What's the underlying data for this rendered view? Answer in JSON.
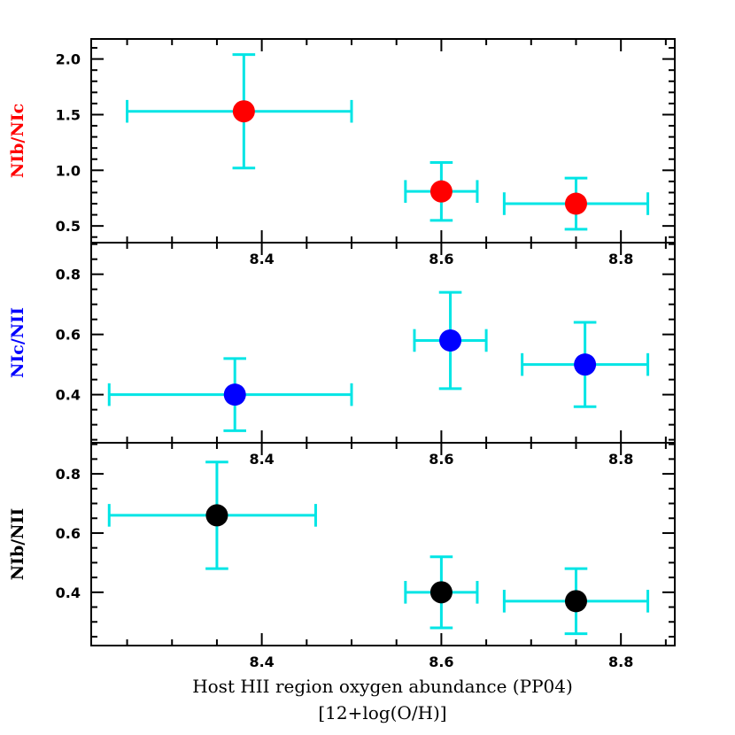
{
  "chart_data": [
    {
      "type": "scatter",
      "ylabel": "NIb/NIc",
      "ylabel_color": "#ff0000",
      "marker_color": "#ff0000",
      "errorbar_color": "#00e5e5",
      "xlim": [
        8.21,
        8.86
      ],
      "ylim": [
        0.35,
        2.18
      ],
      "yticks_labeled": [
        0.5,
        1.0,
        1.5,
        2.0
      ],
      "ytick_labels": [
        "0.5",
        "1.0",
        "1.5",
        "2.0"
      ],
      "xtick_labels": [
        "8.4",
        "8.6",
        "8.8"
      ],
      "points": [
        {
          "x": 8.38,
          "y": 1.53,
          "xerr": [
            8.25,
            8.5
          ],
          "yerr": [
            1.02,
            2.04
          ]
        },
        {
          "x": 8.6,
          "y": 0.81,
          "xerr": [
            8.56,
            8.64
          ],
          "yerr": [
            0.55,
            1.07
          ]
        },
        {
          "x": 8.75,
          "y": 0.7,
          "xerr": [
            8.67,
            8.83
          ],
          "yerr": [
            0.47,
            0.93
          ]
        }
      ]
    },
    {
      "type": "scatter",
      "ylabel": "NIc/NII",
      "ylabel_color": "#0000ff",
      "marker_color": "#0000ff",
      "errorbar_color": "#00e5e5",
      "xlim": [
        8.21,
        8.86
      ],
      "ylim": [
        0.24,
        0.905
      ],
      "yticks_labeled": [
        0.4,
        0.6,
        0.8
      ],
      "ytick_labels": [
        "0.4",
        "0.6",
        "0.8"
      ],
      "xtick_labels": [
        "8.4",
        "8.6",
        "8.8"
      ],
      "points": [
        {
          "x": 8.37,
          "y": 0.4,
          "xerr": [
            8.23,
            8.5
          ],
          "yerr": [
            0.28,
            0.52
          ]
        },
        {
          "x": 8.61,
          "y": 0.58,
          "xerr": [
            8.57,
            8.65
          ],
          "yerr": [
            0.42,
            0.74
          ]
        },
        {
          "x": 8.76,
          "y": 0.5,
          "xerr": [
            8.69,
            8.83
          ],
          "yerr": [
            0.36,
            0.64
          ]
        }
      ]
    },
    {
      "type": "scatter",
      "ylabel": "NIb/NII",
      "ylabel_color": "#000000",
      "marker_color": "#000000",
      "errorbar_color": "#00e5e5",
      "xlim": [
        8.21,
        8.86
      ],
      "ylim": [
        0.22,
        0.905
      ],
      "yticks_labeled": [
        0.4,
        0.6,
        0.8
      ],
      "ytick_labels": [
        "0.4",
        "0.6",
        "0.8"
      ],
      "xtick_labels": [
        "8.4",
        "8.6",
        "8.8"
      ],
      "points": [
        {
          "x": 8.35,
          "y": 0.66,
          "xerr": [
            8.23,
            8.46
          ],
          "yerr": [
            0.48,
            0.84
          ]
        },
        {
          "x": 8.6,
          "y": 0.4,
          "xerr": [
            8.56,
            8.64
          ],
          "yerr": [
            0.28,
            0.52
          ]
        },
        {
          "x": 8.75,
          "y": 0.37,
          "xerr": [
            8.67,
            8.83
          ],
          "yerr": [
            0.26,
            0.48
          ]
        }
      ]
    }
  ],
  "xlabel_line1": "Host HII region oxygen abundance (PP04)",
  "xlabel_line2": "[12+log(O/H)]"
}
